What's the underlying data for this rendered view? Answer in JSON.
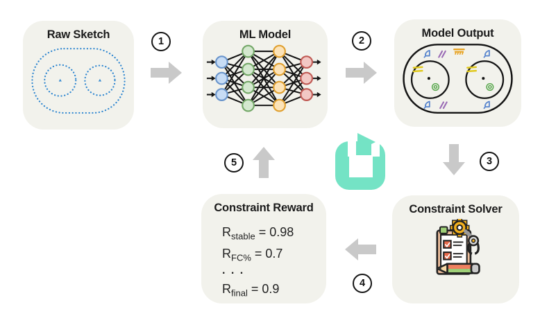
{
  "nodes": {
    "raw_sketch": {
      "title": "Raw Sketch"
    },
    "ml_model": {
      "title": "ML Model",
      "network_layers": [
        3,
        4,
        4,
        3
      ]
    },
    "model_output": {
      "title": "Model Output"
    },
    "constraint_solver": {
      "title": "Constraint Solver"
    },
    "constraint_reward": {
      "title": "Constraint Reward",
      "rewards": [
        {
          "name": "R",
          "sub": "stable",
          "value": " = 0.98"
        },
        {
          "name": "R",
          "sub": "FC%",
          "value": " = 0.7"
        },
        {
          "name": "R",
          "sub": "final",
          "value": " = 0.9"
        }
      ],
      "ellipsis": ". . ."
    }
  },
  "steps": [
    {
      "label": "1",
      "direction": "right"
    },
    {
      "label": "2",
      "direction": "right"
    },
    {
      "label": "3",
      "direction": "down"
    },
    {
      "label": "4",
      "direction": "left"
    },
    {
      "label": "5",
      "direction": "up"
    }
  ],
  "icons": {
    "loop": "repeat-loop-icon",
    "solver": "clipboard-gear-robot-pencil-icon",
    "output_glyphs": [
      "perpendicular-constraint-icon",
      "parallel-constraint-icon",
      "fix-constraint-icon",
      "equal-constraint-icon",
      "concentric-constraint-icon",
      "center-point-dot"
    ]
  },
  "colors": {
    "ink": "#141414",
    "card_bg": "#f2f2ec",
    "arrow_gray": "#c9c9c9",
    "loop_teal": "#74e3c5",
    "sketch_blue": "#2e86d0",
    "nn_input_fill": "#c7dcf5",
    "nn_input_stroke": "#6a95cc",
    "nn_h1_fill": "#d4e8cf",
    "nn_h1_stroke": "#74a868",
    "nn_h2_fill": "#fce3b8",
    "nn_h2_stroke": "#e0a030",
    "nn_out_fill": "#f2c8c4",
    "nn_out_stroke": "#c05a54",
    "c_blue": "#5b87ce",
    "c_purple": "#9a6bb5",
    "c_orange": "#e8a11e",
    "c_yellow": "#e0c81a",
    "c_green": "#5aa84f"
  }
}
